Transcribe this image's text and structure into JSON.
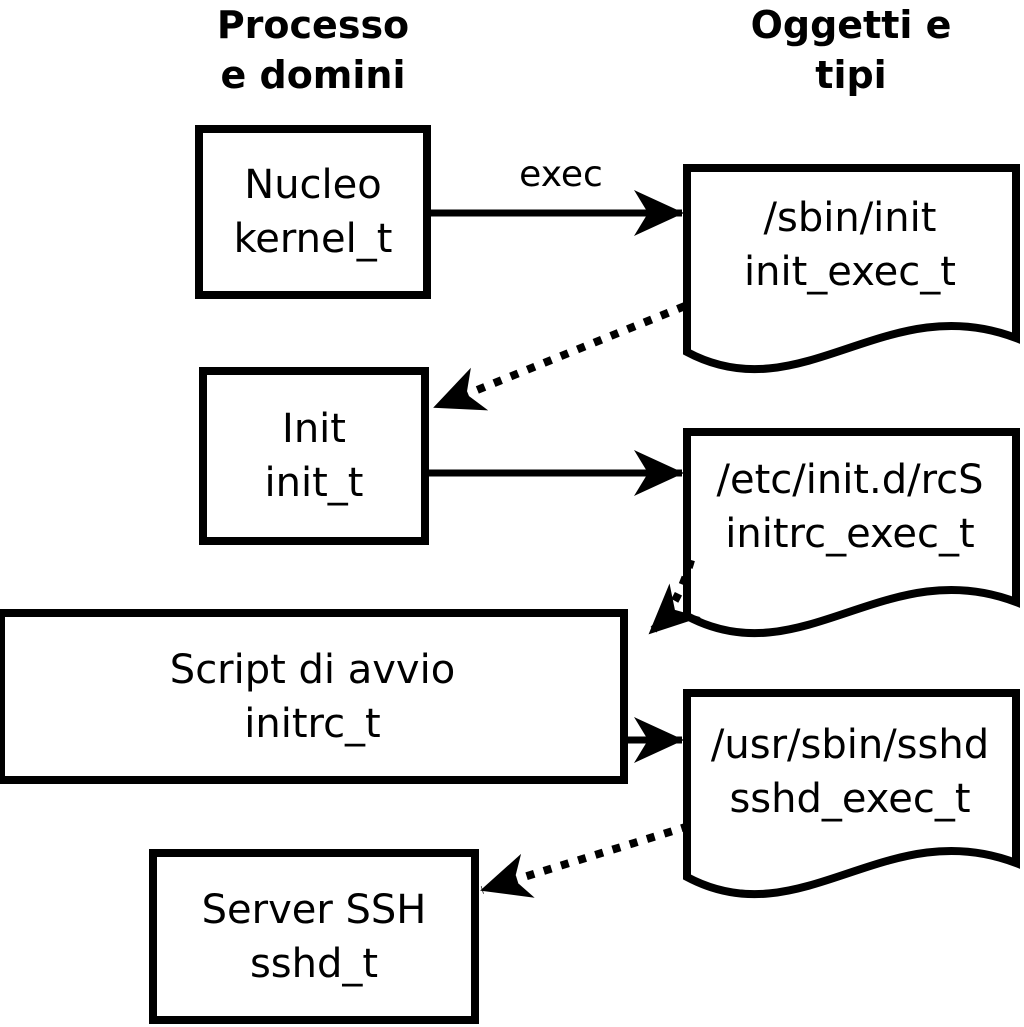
{
  "diagram": {
    "columns": {
      "left": {
        "line1": "Processo",
        "line2": "e domini"
      },
      "right": {
        "line1": "Oggetti e",
        "line2": "tipi"
      }
    },
    "processes": [
      {
        "label": "Nucleo",
        "domain": "kernel_t"
      },
      {
        "label": "Init",
        "domain": "init_t"
      },
      {
        "label": "Script di avvio",
        "domain": "initrc_t"
      },
      {
        "label": "Server SSH",
        "domain": "sshd_t"
      }
    ],
    "objects": [
      {
        "path": "/sbin/init",
        "type": "init_exec_t"
      },
      {
        "path": "/etc/init.d/rcS",
        "type": "initrc_exec_t"
      },
      {
        "path": "/usr/sbin/sshd",
        "type": "sshd_exec_t"
      }
    ],
    "edges": [
      {
        "from": "kernel_t",
        "to": "init_exec_t",
        "style": "solid",
        "label": "exec"
      },
      {
        "from": "init_exec_t",
        "to": "init_t",
        "style": "dotted",
        "label": ""
      },
      {
        "from": "init_t",
        "to": "initrc_exec_t",
        "style": "solid",
        "label": ""
      },
      {
        "from": "initrc_exec_t",
        "to": "initrc_t",
        "style": "dotted",
        "label": ""
      },
      {
        "from": "initrc_t",
        "to": "sshd_exec_t",
        "style": "solid",
        "label": ""
      },
      {
        "from": "sshd_exec_t",
        "to": "sshd_t",
        "style": "dotted",
        "label": ""
      }
    ],
    "colors": {
      "ink": "#000000",
      "paper": "#ffffff"
    }
  }
}
